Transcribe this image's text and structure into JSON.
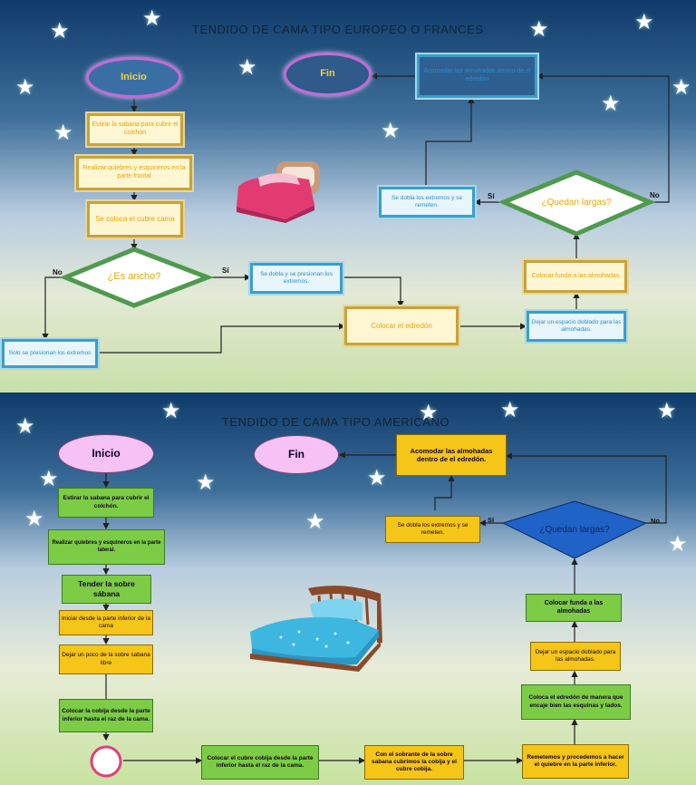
{
  "europeo": {
    "title": "TENDIDO DE CAMA TIPO EUROPEO O FRANCES",
    "inicio": "Inicio",
    "fin": "Fin",
    "estirar": "Estirar la sabana para cubrir el colchón",
    "realizar": "Realizar quiebres y esquineros en la parte frontal",
    "cubre_cama": "Se coloca el cubre cama",
    "es_ancho": "¿Es ancho?",
    "si": "Sí",
    "no": "No",
    "se_dobla_presionan": "Se dobla y se presionan los extremos.",
    "solo_presionan": "Solo se presionan los extremos",
    "colocar_edredon": "Colocar el edredón",
    "dejar_espacio": "Dejar un espacio doblado para las almohadas.",
    "colocar_funda": "Colocar funda a las almohadas",
    "quedan_largas": "¿Quedan largas?",
    "se_dobla_remeten": "Se dobla los extremos y se remeten.",
    "acomodar": "Acomodar las almohadas dentro de el edredón"
  },
  "americano": {
    "title": "TENDIDO DE CAMA TIPO AMERICANO",
    "inicio": "Inicio",
    "fin": "Fin",
    "estirar": "Estirar la sabana para cubrir el colchón.",
    "realizar": "Realizar quiebres y esquineros en la parte lateral.",
    "tender": "Tender la sobre sábana",
    "iniciar": "Iniciar desde la parte inferior de la cama",
    "dejar_poco": "Dejar un poco de la sobre sabana libre",
    "colocar_cobija": "Colocar la cobija desde la parte inferior hasta el raz de la cama.",
    "colocar_cubre_cobija": "Colocar el cubre cobija desde la parte inferior hasta el raz de la cama.",
    "sobrante": "Con el sobrante de la sobre sabana cubrimos la cobija y el cubre cobija.",
    "remetemos": "Remetemos y procedemos a hacer el quiebre en la parte inferior.",
    "colocar_edredon": "Coloca el edredón de manera que encaje bien las esquinas y lados.",
    "dejar_espacio": "Dejar un espacio doblado para las almohadas.",
    "colocar_funda": "Colocar funda a las almohadas",
    "quedan_largas": "¿Quedan largas?",
    "si": "Sí",
    "no": "No",
    "se_dobla_remeten": "Se dobla los extremos y se remeten.",
    "acomodar": "Acomodar las almohadas dentro de el edredón."
  }
}
